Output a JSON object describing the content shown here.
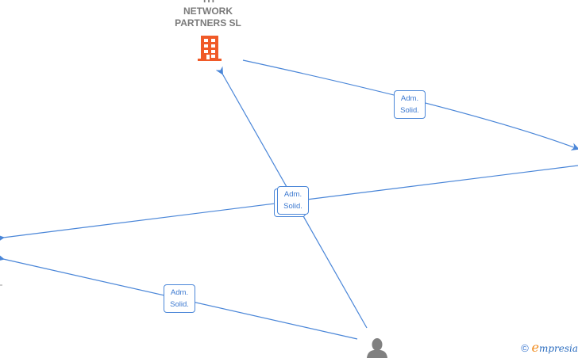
{
  "company": {
    "name_line1": "TH",
    "name_line2": "NETWORK",
    "name_line3": "PARTNERS  SL",
    "icon": "building-icon",
    "color": "#f05a28"
  },
  "person": {
    "icon": "person-icon",
    "color": "#808080"
  },
  "edges": [
    {
      "label_line1": "Adm.",
      "label_line2": "Solid."
    },
    {
      "label_line1": "Adm.",
      "label_line2": "Solid."
    },
    {
      "label_line1": "Adm.",
      "label_line2": "Solid."
    }
  ],
  "colors": {
    "edge": "#4a86d8",
    "label_text": "#3b78d0"
  },
  "footer": {
    "copyright": "©",
    "brand_initial": "e",
    "brand_rest": "mpresia"
  }
}
